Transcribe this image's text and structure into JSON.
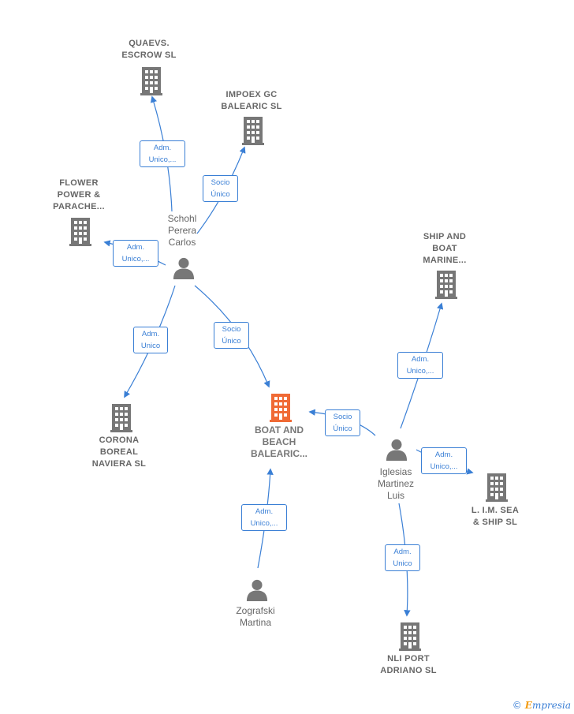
{
  "nodes": {
    "quaevs": {
      "label": "QUAEVS.\nESCROW SL",
      "kind": "company"
    },
    "impoex": {
      "label": "IMPOEX GC\nBALEARIC  SL",
      "kind": "company"
    },
    "flower": {
      "label": "FLOWER\nPOWER &\nPARACHE...",
      "kind": "company"
    },
    "schohl": {
      "label": "Schohl\nPerera\nCarlos",
      "kind": "person"
    },
    "ship_boat": {
      "label": "SHIP AND\nBOAT\nMARINE...",
      "kind": "company"
    },
    "corona": {
      "label": "CORONA\nBOREAL\nNAVIERA  SL",
      "kind": "company"
    },
    "boat_beach": {
      "label": "BOAT AND\nBEACH\nBALEARIC...",
      "kind": "company-focus"
    },
    "iglesias": {
      "label": "Iglesias\nMartinez\nLuis",
      "kind": "person"
    },
    "lim": {
      "label": "L. I.M. SEA\n& SHIP  SL",
      "kind": "company"
    },
    "zografski": {
      "label": "Zografski\nMartina",
      "kind": "person"
    },
    "nli": {
      "label": "NLI PORT\nADRIANO  SL",
      "kind": "company"
    }
  },
  "edges": {
    "schohl_quaevs": "Adm.\nUnico,...",
    "schohl_impoex": "Socio\nÚnico",
    "schohl_flower": "Adm.\nUnico,...",
    "schohl_corona": "Adm.\nUnico",
    "schohl_boat": "Socio\nÚnico",
    "iglesias_boat": "Socio\nÚnico",
    "iglesias_ship": "Adm.\nUnico,...",
    "iglesias_lim": "Adm.\nUnico,...",
    "iglesias_nli": "Adm.\nUnico",
    "zografski_boat": "Adm.\nUnico,..."
  },
  "colors": {
    "edge": "#3a7fd5",
    "company_icon": "#777777",
    "focus_icon": "#f06a35",
    "person_icon": "#777777"
  },
  "icons": {
    "company": "building-icon",
    "person": "person-icon"
  },
  "brand": {
    "copyright": "©",
    "name_initial": "E",
    "name_rest": "mpresia"
  }
}
